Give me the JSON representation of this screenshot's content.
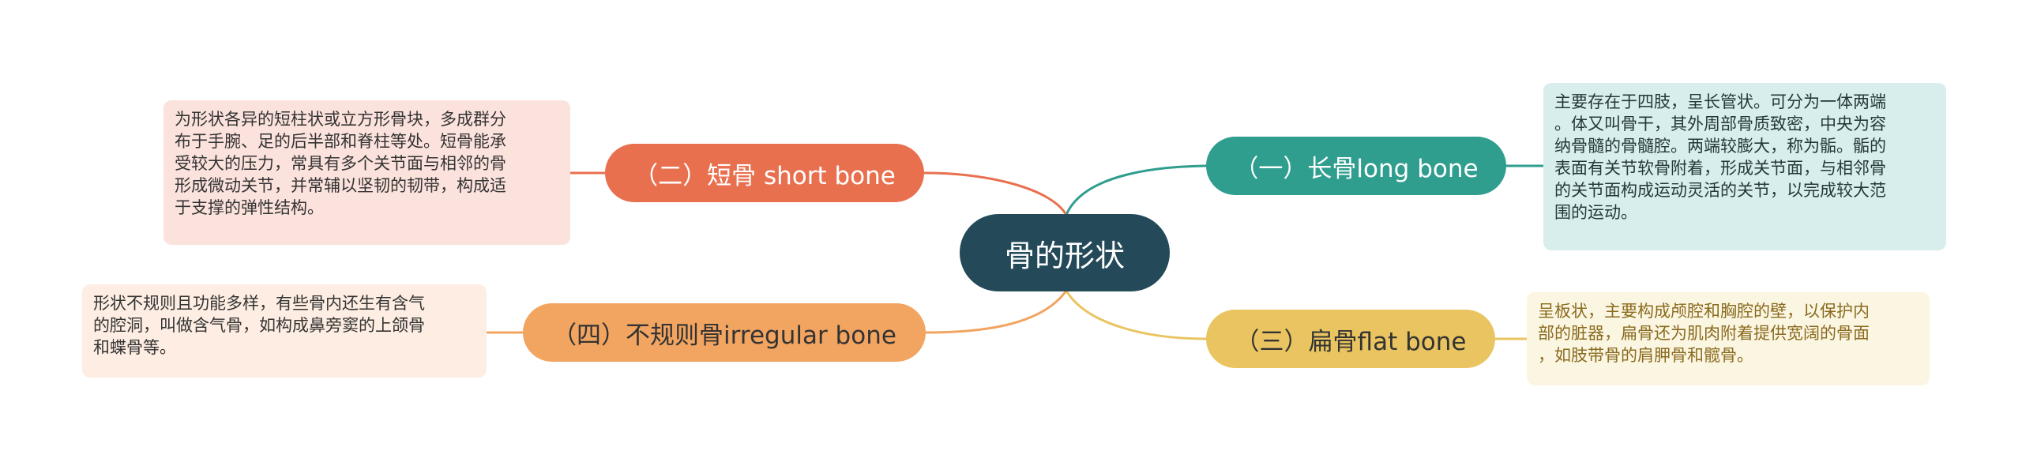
{
  "center": {
    "label": "骨的形状"
  },
  "branches": [
    {
      "label": "（一）长骨long bone",
      "color": "#2f9e8e",
      "lines": [
        "主要存在于四肢，呈长管状。可分为一体两端",
        "。体又叫骨干，其外周部骨质致密，中央为容",
        "纳骨髓的骨髓腔。两端较膨大，称为骺。骺的",
        "表面有关节软骨附着，形成关节面，与相邻骨",
        "的关节面构成运动灵活的关节，以完成较大范",
        "围的运动。"
      ]
    },
    {
      "label": "（二）短骨 short bone",
      "color": "#e9704f",
      "lines": [
        "为形状各异的短柱状或立方形骨块，多成群分",
        "布于手腕、足的后半部和脊柱等处。短骨能承",
        "受较大的压力，常具有多个关节面与相邻的骨",
        "形成微动关节，并常辅以坚韧的韧带，构成适",
        "于支撑的弹性结构。"
      ]
    },
    {
      "label": "（三）扁骨flat bone",
      "color": "#e9c460",
      "lines": [
        "呈板状，主要构成颅腔和胸腔的壁，以保护内",
        "部的脏器，扁骨还为肌肉附着提供宽阔的骨面",
        "，如肢带骨的肩胛骨和髋骨。"
      ]
    },
    {
      "label": "（四）不规则骨irregular bone",
      "color": "#f2a461",
      "lines": [
        "形状不规则且功能多样，有些骨内还生有含气",
        "的腔洞，叫做含气骨，如构成鼻旁窦的上颌骨",
        "和蝶骨等。"
      ]
    }
  ]
}
